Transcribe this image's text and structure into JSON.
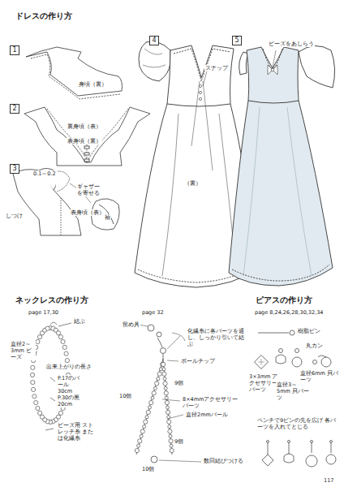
{
  "diagram": {
    "title": "ドレスの作り方",
    "nodes": [
      {
        "text": [
          "1"
        ]
      },
      {
        "text": [
          "2"
        ]
      },
      {
        "text": [
          "3"
        ]
      },
      {
        "text": [
          "4"
        ]
      },
      {
        "text": [
          "5"
        ]
      }
    ],
    "labels": [
      "身頃（裏）",
      "裏身頃（表）",
      "表身頃（裏）",
      "0.1～0.2",
      "ギャザーを寄せる",
      "しつけ",
      "表身頃（表）",
      "袖",
      "スナップ",
      "（裏）",
      "ビーズをあしらう",
      "ネックレスの作り方",
      "page 17,30",
      "直径2～3mm ビーズ",
      "結ぶ",
      "出来上がりの長さ",
      "P.17のパール 30cm",
      "P.30の黒 20cm",
      "ビーズ用 ストレッチ糸 または化繊糸",
      "page 32",
      "留め具",
      "化繊糸に各パーツを通し、しっかり引いて結ぶ",
      "ボールチップ",
      "10個",
      "9個",
      "8×4mmアクセサリーパーツ",
      "直径2mmパール",
      "9個",
      "10個",
      "数回結びつける",
      "ピアスの作り方",
      "page 8,24,26,28,30,32,34",
      "樹脂ピン",
      "丸カン",
      "直径6mm 貝パーツ",
      "3×3mm アクセサリー パーツ",
      "直径3～5mm 貝パーツ",
      "ペンチで9ピンの先を広げ 各パーツを入れてとじる",
      "117"
    ]
  }
}
